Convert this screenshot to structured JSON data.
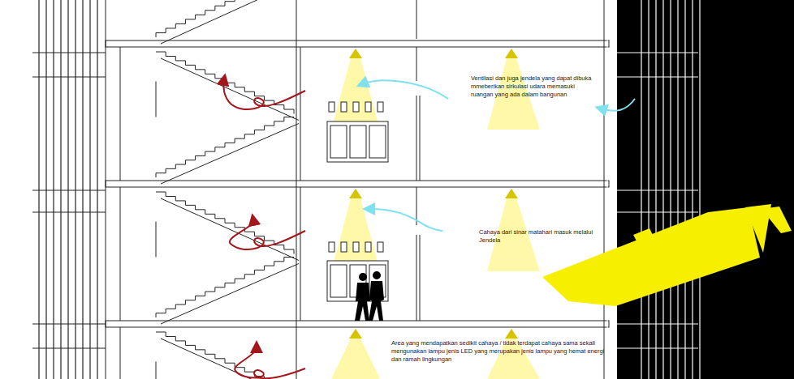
{
  "diagram": {
    "labels": [
      "Ventilasi dan juga jendela yang dapat dibuka mmeberikan sirkulasi udara memasuki ruangan yang ada dalam bangunan",
      "Cahaya dari sinar matahari masuk melalui Jendela",
      "Area yang mendapatkan sedikit cahaya / tidak terdapat cahaya sama sekali mengunakan lampu jenis LED yang merupakan jenis lampu yang hemat energi dan ramah lingkungan"
    ]
  }
}
